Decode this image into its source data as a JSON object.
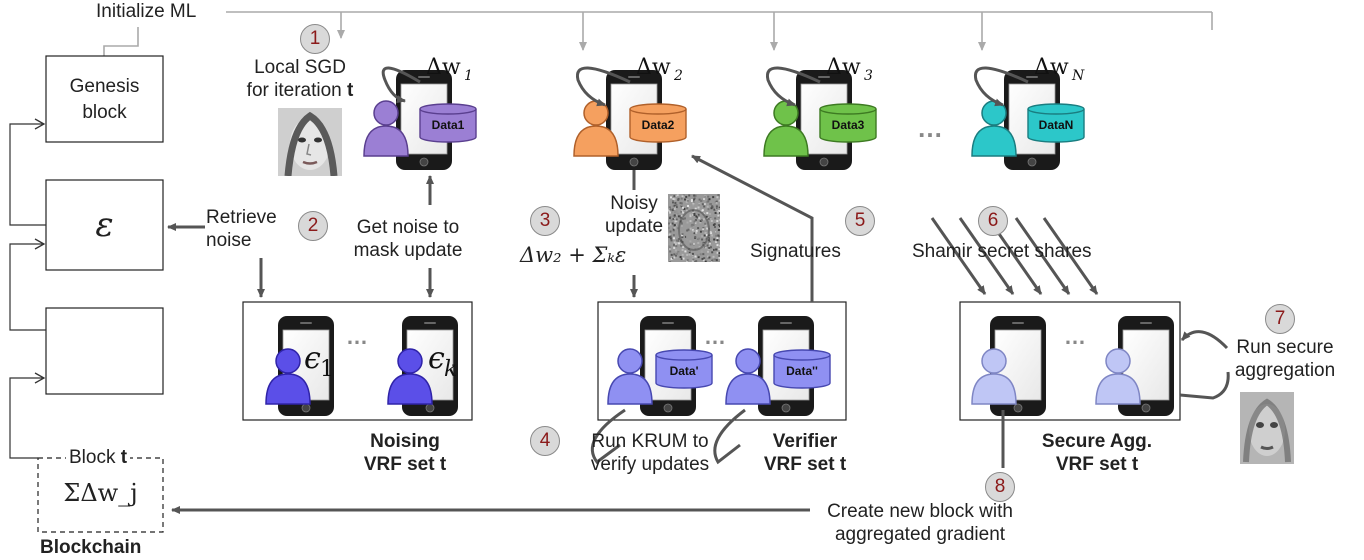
{
  "init_label": "Initialize ML",
  "blockchain": {
    "label": "Blockchain",
    "genesis": [
      "Genesis",
      "block"
    ],
    "noise_block_symbol": "ε",
    "block_t_label": "Block",
    "block_t_var": "t",
    "block_t_content": "ΣΔw_j"
  },
  "steps": [
    "1",
    "2",
    "3",
    "4",
    "5",
    "6",
    "7",
    "8"
  ],
  "labels": {
    "local_sgd_1": "Local SGD",
    "local_sgd_2": "for iteration",
    "local_sgd_t": "t",
    "retrieve_1": "Retrieve",
    "retrieve_2": "noise",
    "get_noise_1": "Get noise to",
    "get_noise_2": "mask update",
    "noisy_1": "Noisy",
    "noisy_2": "update",
    "noisy_formula": "Δw₂ + Σₖε",
    "signatures": "Signatures",
    "shamir": "Shamir secret shares",
    "run_secure_1": "Run secure",
    "run_secure_2": "aggregation",
    "krum_1": "Run KRUM to",
    "krum_2": "verify updates",
    "create_block_1": "Create new block with",
    "create_block_2": "aggregated gradient"
  },
  "clients": [
    {
      "delta": "Δw",
      "sub": "1",
      "data": "Data1",
      "color": "#9b7fd4",
      "dark": "#5a3f8f"
    },
    {
      "delta": "Δw",
      "sub": "2",
      "data": "Data2",
      "color": "#f5a05f",
      "dark": "#b0602a"
    },
    {
      "delta": "Δw",
      "sub": "3",
      "data": "Data3",
      "color": "#6fc24a",
      "dark": "#3d7a22"
    },
    {
      "delta": "Δw",
      "sub": "N",
      "data": "DataN",
      "color": "#2cc7c9",
      "dark": "#1a7d80"
    }
  ],
  "client_dots": "…",
  "vrf_sets": [
    {
      "name": "Noising",
      "sub": "VRF set t",
      "dots": "…",
      "noise": [
        {
          "sym": "ϵ",
          "sub": "1"
        },
        {
          "sym": "ϵ",
          "sub": "k"
        }
      ],
      "color": "#5b4fe8"
    },
    {
      "name": "Verifier",
      "sub": "VRF set t",
      "dots": "…",
      "data": [
        "Data'",
        "Data''"
      ],
      "color": "#8f90f2"
    },
    {
      "name": "Secure Agg.",
      "sub": "VRF set t",
      "dots": "…",
      "color": "#bfc6f5"
    }
  ],
  "colors": {
    "arrow": "#555555",
    "light_arrow": "#aaaaaa",
    "step_num": "#8b1a1a"
  }
}
